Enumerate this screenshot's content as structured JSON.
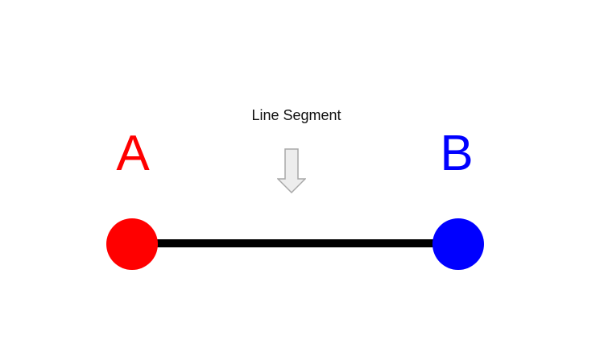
{
  "title": {
    "text": "Line Segment",
    "color": "#111111"
  },
  "endpoints": [
    {
      "label": "A",
      "color": "#ff0000"
    },
    {
      "label": "B",
      "color": "#0000ff"
    }
  ],
  "segment": {
    "color": "#000000"
  },
  "arrow": {
    "name": "down-arrow-icon",
    "fill": "#ededed",
    "stroke": "#a8a8a8"
  },
  "background": "#ffffff"
}
